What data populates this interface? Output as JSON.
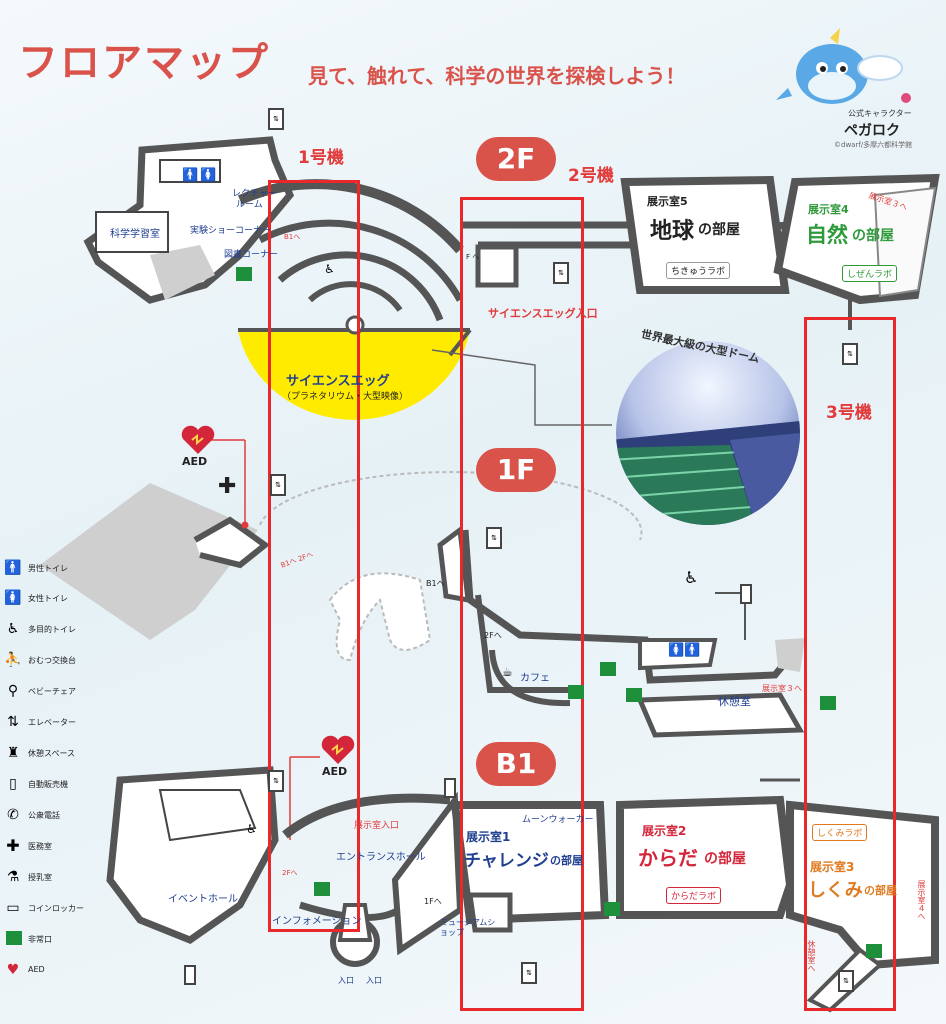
{
  "header": {
    "title": "フロアマップ",
    "subtitle": "見て、触れて、科学の世界を探検しよう！"
  },
  "mascot": {
    "caption_small": "公式キャラクター",
    "name": "ペガロク",
    "credit": "©dwarf/多摩六都科学館"
  },
  "floors": {
    "f2": "2F",
    "f1": "1F",
    "b1": "B1"
  },
  "elevators": {
    "e1": "1号機",
    "e2": "2号機",
    "e3": "3号機"
  },
  "floor2": {
    "science_lab": "科学学習室",
    "lecture_1": "レクチャー",
    "lecture_2": "ルーム",
    "experiment_corner": "実験ショーコーナー",
    "library_corner": "図書コーナー",
    "egg_name": "サイエンスエッグ",
    "egg_sub": "（プラネタリウム・大型映像）",
    "egg_entrance": "サイエンスエッグ入口",
    "to_b1_left": "B1へ",
    "to_f": "F へ",
    "room5_label": "展示室5",
    "room5_name_a": "地球",
    "room5_name_b": "の部屋",
    "room5_lab": "ちきゅうラボ",
    "room4_label": "展示室4",
    "room4_name_a": "自然",
    "room4_name_b": "の部屋",
    "room4_lab": "しぜんラボ",
    "to_room3": "展示室３へ",
    "dome_caption": "世界最大級の大型ドーム"
  },
  "floor1": {
    "aed": "AED",
    "b1f1": "B1へ 2Fへ",
    "to_b1": "B1へ",
    "to_2f": "2Fへ",
    "cafe": "カフェ",
    "lounge": "休憩室",
    "to_room3": "展示室３へ"
  },
  "floorb1": {
    "aed": "AED",
    "event_hall": "イベントホール",
    "to_2f": "2Fへ",
    "room_entrance": "展示室入口",
    "entrance_hall": "エントランスホール",
    "information": "インフォメーション",
    "to_1f": "1Fへ",
    "museum_shop": "ミュージアムショップ",
    "entrance_a": "入口",
    "entrance_b": "入口",
    "moonwalker": "ムーンウォーカー",
    "room1_label": "展示室1",
    "room1_name_a": "チャレンジ",
    "room1_name_b": "の部屋",
    "room2_label": "展示室2",
    "room2_name_a": "からだ",
    "room2_name_b": "の部屋",
    "room2_lab": "からだラボ",
    "room3_label": "展示室3",
    "room3_name_a": "しくみ",
    "room3_name_b": "の部屋",
    "room3_lab": "しくみラボ",
    "to_room4": "展示室４へ",
    "lounge_vertical": "休憩室へ"
  },
  "legend": [
    {
      "icon": "male-toilet-icon",
      "label": "男性トイレ"
    },
    {
      "icon": "female-toilet-icon",
      "label": "女性トイレ"
    },
    {
      "icon": "multipurpose-toilet-icon",
      "label": "多目的トイレ"
    },
    {
      "icon": "diaper-change-icon",
      "label": "おむつ交換台"
    },
    {
      "icon": "baby-chair-icon",
      "label": "ベビーチェア"
    },
    {
      "icon": "elevator-icon",
      "label": "エレベーター"
    },
    {
      "icon": "rest-space-icon",
      "label": "休憩スペース"
    },
    {
      "icon": "vending-machine-icon",
      "label": "自動販売機"
    },
    {
      "icon": "public-phone-icon",
      "label": "公衆電話"
    },
    {
      "icon": "medical-room-icon",
      "label": "医務室"
    },
    {
      "icon": "nursing-room-icon",
      "label": "授乳室"
    },
    {
      "icon": "coin-locker-icon",
      "label": "コインロッカー"
    },
    {
      "icon": "emergency-exit-icon",
      "label": "非常口"
    },
    {
      "icon": "aed-icon",
      "label": "AED"
    }
  ],
  "colors": {
    "accent_red": "#d9534a",
    "frame_red": "#e8282b",
    "egg_yellow": "#ffeb00",
    "navy_text": "#1f3f8f",
    "room3_orange": "#e07a1f",
    "room4_green": "#2e9a3a",
    "room_dark": "#222222",
    "wall_gray": "#d0d0d0",
    "exit_green": "#1e8f3a"
  }
}
